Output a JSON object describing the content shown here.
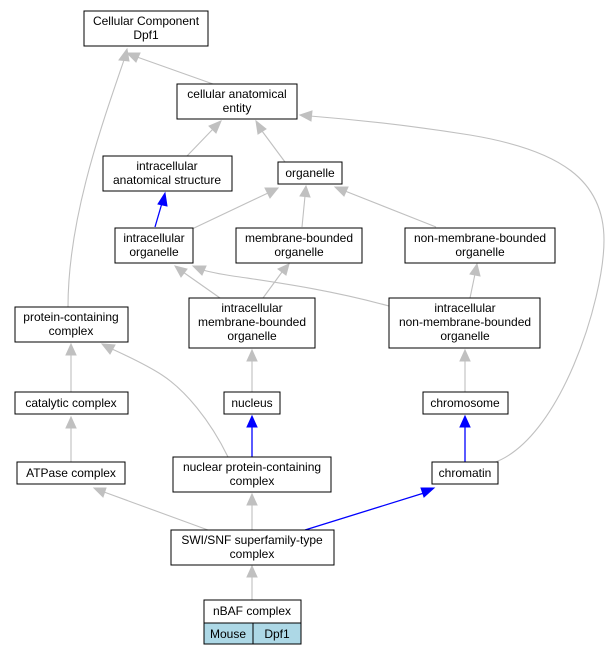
{
  "nodes": {
    "cellular_component": {
      "line1": "Cellular Component",
      "line2": "Dpf1"
    },
    "cellular_anatomical_entity": {
      "line1": "cellular anatomical",
      "line2": "entity"
    },
    "intracellular_anatomical_structure": {
      "line1": "intracellular",
      "line2": "anatomical structure"
    },
    "organelle": {
      "line1": "organelle"
    },
    "intracellular_organelle": {
      "line1": "intracellular",
      "line2": "organelle"
    },
    "membrane_bounded_organelle": {
      "line1": "membrane-bounded",
      "line2": "organelle"
    },
    "non_membrane_bounded_organelle": {
      "line1": "non-membrane-bounded",
      "line2": "organelle"
    },
    "protein_containing_complex": {
      "line1": "protein-containing",
      "line2": "complex"
    },
    "intracellular_membrane_bounded_organelle": {
      "line1": "intracellular",
      "line2": "membrane-bounded",
      "line3": "organelle"
    },
    "intracellular_non_membrane_bounded_organelle": {
      "line1": "intracellular",
      "line2": "non-membrane-bounded",
      "line3": "organelle"
    },
    "catalytic_complex": {
      "line1": "catalytic complex"
    },
    "nucleus": {
      "line1": "nucleus"
    },
    "chromosome": {
      "line1": "chromosome"
    },
    "atpase_complex": {
      "line1": "ATPase complex"
    },
    "nuclear_protein_containing_complex": {
      "line1": "nuclear protein-containing",
      "line2": "complex"
    },
    "chromatin": {
      "line1": "chromatin"
    },
    "swi_snf_superfamily_type_complex": {
      "line1": "SWI/SNF superfamily-type",
      "line2": "complex"
    },
    "nbaf_complex": {
      "line1": "nBAF complex",
      "species": "Mouse",
      "gene": "Dpf1"
    }
  },
  "colors": {
    "is_a_edge": "#c0c0c0",
    "part_of_edge": "#0000ff",
    "species_cell": "#add8e6"
  }
}
